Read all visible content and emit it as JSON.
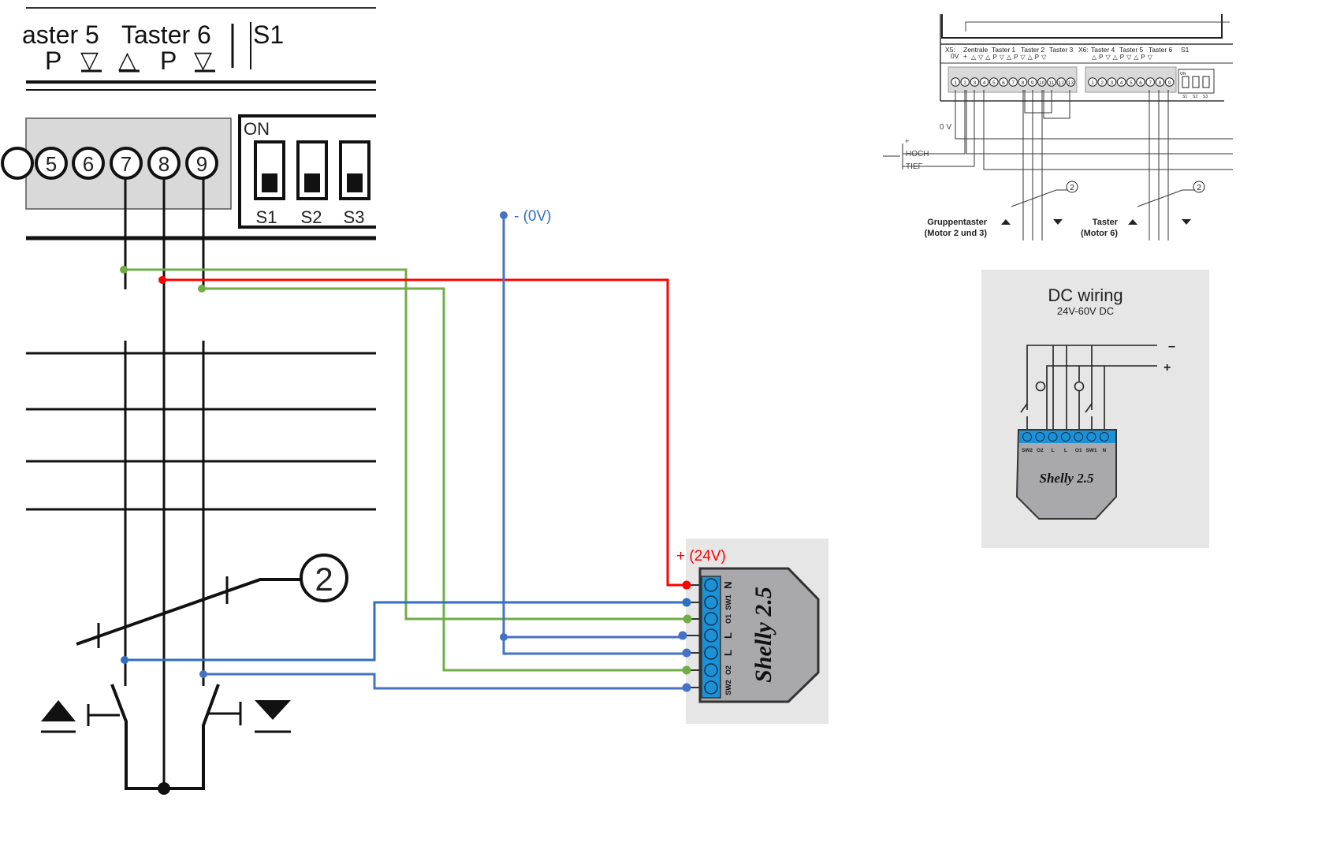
{
  "main_diagram": {
    "header_labels": [
      "aster 5",
      "Taster 6",
      "S1"
    ],
    "header_symbols": [
      "P",
      "▽",
      "△",
      "P",
      "▽"
    ],
    "terminals": [
      "5",
      "6",
      "7",
      "8",
      "9"
    ],
    "dip_on_label": "ON",
    "dip_switches": [
      "S1",
      "S2",
      "S3"
    ],
    "callout": "2",
    "switch_up_symbol": "up-triangle",
    "switch_down_symbol": "down-triangle"
  },
  "wiring": {
    "minus_label": "- (0V)",
    "plus_label": "+ (24V)",
    "colors": {
      "red": "#ff0000",
      "green": "#70ad47",
      "blue": "#2e6fc0",
      "blue_light": "#4472c4"
    }
  },
  "shelly_module": {
    "pins": [
      "N",
      "SW1",
      "O1",
      "L",
      "L",
      "O2",
      "SW2"
    ],
    "logo": "Shelly 2.5",
    "pin_color": "#1e90d6"
  },
  "reference_diagram": {
    "header": [
      "X5:",
      "0V",
      "Zentrale",
      "+",
      "Taster 1",
      "Taster 2",
      "Taster 3",
      "X6:",
      "Taster 4",
      "Taster 5",
      "Taster 6",
      "S1"
    ],
    "terminals_x5": [
      "1",
      "2",
      "3",
      "4",
      "5",
      "6",
      "7",
      "8",
      "9",
      "10",
      "11",
      "12",
      "13"
    ],
    "terminals_x6": [
      "1",
      "2",
      "3",
      "4",
      "5",
      "6",
      "7",
      "8",
      "9"
    ],
    "dip": [
      "ON",
      "S1",
      "S2",
      "S3"
    ],
    "ov_label": "0 V",
    "plus_label": "+",
    "hoch_label": "HOCH",
    "tief_label": "TIEF",
    "callout": "2",
    "group_label_1": "Gruppentaster",
    "group_label_2": "(Motor 2 und 3)",
    "taster_label_1": "Taster",
    "taster_label_2": "(Motor 6)"
  },
  "dc_wiring": {
    "title": "DC wiring",
    "subtitle": "24V-60V DC",
    "minus": "–",
    "plus": "+",
    "pins": [
      "SW2",
      "O2",
      "L",
      "L",
      "O1",
      "SW1",
      "N"
    ],
    "logo": "Shelly 2.5"
  }
}
